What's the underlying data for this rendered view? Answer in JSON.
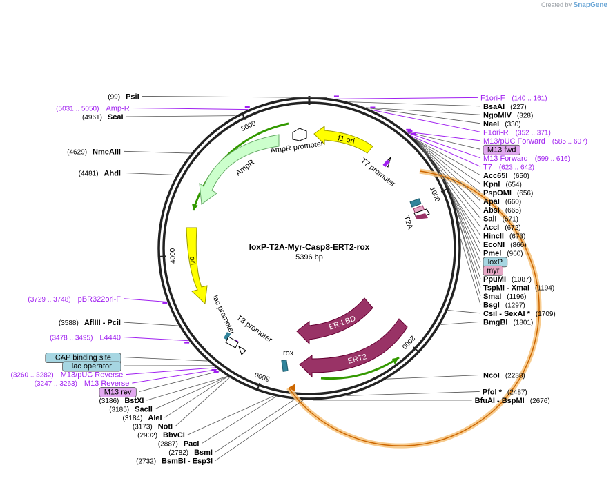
{
  "watermark": {
    "prefix": "Created by",
    "brand": "SnapGene"
  },
  "plasmid": {
    "name": "loxP-T2A-Myr-Casp8-ERT2-rox",
    "size_label": "5396 bp",
    "length": 5396
  },
  "ticks": [
    {
      "pos": 1000,
      "label": "1000"
    },
    {
      "pos": 2000,
      "label": "2000"
    },
    {
      "pos": 3000,
      "label": "3000"
    },
    {
      "pos": 4000,
      "label": "4000"
    },
    {
      "pos": 5000,
      "label": "5000"
    }
  ],
  "sites": [
    {
      "name": "PsiI",
      "pos_label": "(99)",
      "pos": 99,
      "side": "left"
    },
    {
      "name": "BsaAI",
      "pos_label": "(227)",
      "pos": 227,
      "side": "right"
    },
    {
      "name": "NgoMIV",
      "pos_label": "(328)",
      "pos": 328,
      "side": "right"
    },
    {
      "name": "NaeI",
      "pos_label": "(330)",
      "pos": 330,
      "side": "right"
    },
    {
      "name": "Acc65I",
      "pos_label": "(650)",
      "pos": 650,
      "side": "right"
    },
    {
      "name": "KpnI",
      "pos_label": "(654)",
      "pos": 654,
      "side": "right"
    },
    {
      "name": "PspOMI",
      "pos_label": "(656)",
      "pos": 656,
      "side": "right"
    },
    {
      "name": "ApaI",
      "pos_label": "(660)",
      "pos": 660,
      "side": "right"
    },
    {
      "name": "AbsI",
      "pos_label": "(665)",
      "pos": 665,
      "side": "right"
    },
    {
      "name": "SalI",
      "pos_label": "(671)",
      "pos": 671,
      "side": "right"
    },
    {
      "name": "AccI",
      "pos_label": "(672)",
      "pos": 672,
      "side": "right"
    },
    {
      "name": "HincII",
      "pos_label": "(673)",
      "pos": 673,
      "side": "right"
    },
    {
      "name": "EcoNI",
      "pos_label": "(866)",
      "pos": 866,
      "side": "right"
    },
    {
      "name": "PmeI",
      "pos_label": "(960)",
      "pos": 960,
      "side": "right"
    },
    {
      "name": "PpuMI",
      "pos_label": "(1087)",
      "pos": 1087,
      "side": "right"
    },
    {
      "name": "TspMI  - XmaI",
      "pos_label": "(1194)",
      "pos": 1194,
      "side": "right"
    },
    {
      "name": "SmaI",
      "pos_label": "(1196)",
      "pos": 1196,
      "side": "right"
    },
    {
      "name": "BsgI",
      "pos_label": "(1297)",
      "pos": 1297,
      "side": "right"
    },
    {
      "name": "CsiI  - SexAI *",
      "pos_label": "(1709)",
      "pos": 1709,
      "side": "right"
    },
    {
      "name": "BmgBI",
      "pos_label": "(1801)",
      "pos": 1801,
      "side": "right"
    },
    {
      "name": "NcoI",
      "pos_label": "(2238)",
      "pos": 2238,
      "side": "right"
    },
    {
      "name": "PfoI *",
      "pos_label": "(2487)",
      "pos": 2487,
      "side": "right"
    },
    {
      "name": "BfuAI  - BspMI",
      "pos_label": "(2676)",
      "pos": 2676,
      "side": "right"
    },
    {
      "name": "BsmBI  - Esp3I",
      "pos_label": "(2732)",
      "pos": 2732,
      "side": "left"
    },
    {
      "name": "BsmI",
      "pos_label": "(2782)",
      "pos": 2782,
      "side": "left"
    },
    {
      "name": "PacI",
      "pos_label": "(2887)",
      "pos": 2887,
      "side": "left"
    },
    {
      "name": "BbvCI",
      "pos_label": "(2902)",
      "pos": 2902,
      "side": "left"
    },
    {
      "name": "NotI",
      "pos_label": "(3173)",
      "pos": 3173,
      "side": "left"
    },
    {
      "name": "AleI",
      "pos_label": "(3184)",
      "pos": 3184,
      "side": "left"
    },
    {
      "name": "SacII",
      "pos_label": "(3185)",
      "pos": 3185,
      "side": "left"
    },
    {
      "name": "BstXI",
      "pos_label": "(3186)",
      "pos": 3186,
      "side": "left"
    },
    {
      "name": "AflIII  - PciI",
      "pos_label": "(3588)",
      "pos": 3588,
      "side": "left"
    },
    {
      "name": "AhdI",
      "pos_label": "(4481)",
      "pos": 4481,
      "side": "left"
    },
    {
      "name": "NmeAIII",
      "pos_label": "(4629)",
      "pos": 4629,
      "side": "left"
    },
    {
      "name": "ScaI",
      "pos_label": "(4961)",
      "pos": 4961,
      "side": "left"
    }
  ],
  "primers": [
    {
      "name": "F1ori-F",
      "range": "(140 .. 161)",
      "pos": 150,
      "side": "right"
    },
    {
      "name": "F1ori-R",
      "range": "(352 .. 371)",
      "pos": 361,
      "side": "right"
    },
    {
      "name": "M13/pUC Forward",
      "range": "(585 .. 607)",
      "pos": 596,
      "side": "right"
    },
    {
      "name": "M13 Forward",
      "range": "(599 .. 616)",
      "pos": 607,
      "side": "right"
    },
    {
      "name": "T7",
      "range": "(623 .. 642)",
      "pos": 632,
      "side": "right"
    },
    {
      "name": "pBR322ori-F",
      "range": "(3729 .. 3748)",
      "pos": 3738,
      "side": "left"
    },
    {
      "name": "L4440",
      "range": "(3478 .. 3495)",
      "pos": 3486,
      "side": "left"
    },
    {
      "name": "M13/pUC Reverse",
      "range": "(3260 .. 3282)",
      "pos": 3271,
      "side": "left"
    },
    {
      "name": "M13 Reverse",
      "range": "(3247 .. 3263)",
      "pos": 3255,
      "side": "left"
    },
    {
      "name": "Amp-R",
      "range": "(5031 .. 5050)",
      "pos": 5040,
      "side": "left"
    }
  ],
  "boxed_labels": [
    {
      "label": "M13 fwd",
      "color": "#e1a7ef",
      "pos": 600
    },
    {
      "label": "loxP",
      "color": "#a6d6e2",
      "pos": 1020
    },
    {
      "label": "myr",
      "color": "#e6a7c5",
      "pos": 1050
    },
    {
      "label": "CAP binding site",
      "color": "#a6d6e2",
      "pos": 3330
    },
    {
      "label": "lac operator",
      "color": "#a6d6e2",
      "pos": 3290
    },
    {
      "label": "M13 rev",
      "color": "#e1a7ef",
      "pos": 3240
    }
  ],
  "features": [
    {
      "label": "f1 ori",
      "color": "#ffff00",
      "stroke": "#999900"
    },
    {
      "label": "T7 promoter",
      "color": "#ffffff",
      "stroke": "#000000"
    },
    {
      "label": "T2A",
      "color": "#ffffff",
      "stroke": "#000000"
    },
    {
      "label": "ER-LBD",
      "color": "#993366",
      "stroke": "#660033"
    },
    {
      "label": "ERT2",
      "color": "#993366",
      "stroke": "#660033"
    },
    {
      "label": "rox",
      "color": "#31849b",
      "stroke": "#1f5a6a"
    },
    {
      "label": "T3 promoter",
      "color": "#ffffff",
      "stroke": "#000000"
    },
    {
      "label": "lac promoter",
      "color": "#ffffff",
      "stroke": "#000000"
    },
    {
      "label": "ori",
      "color": "#ffff00",
      "stroke": "#999900"
    },
    {
      "label": "AmpR",
      "color": "#ccffcc",
      "stroke": "#66aa66"
    },
    {
      "label": "AmpR promoter",
      "color": "#ffffff",
      "stroke": "#000000"
    }
  ],
  "colors": {
    "primer": "#a020f0",
    "orf_highlight": "#f6c27a",
    "orf_line": "#cc6600",
    "green_line": "#339900",
    "backbone": "#222222"
  }
}
